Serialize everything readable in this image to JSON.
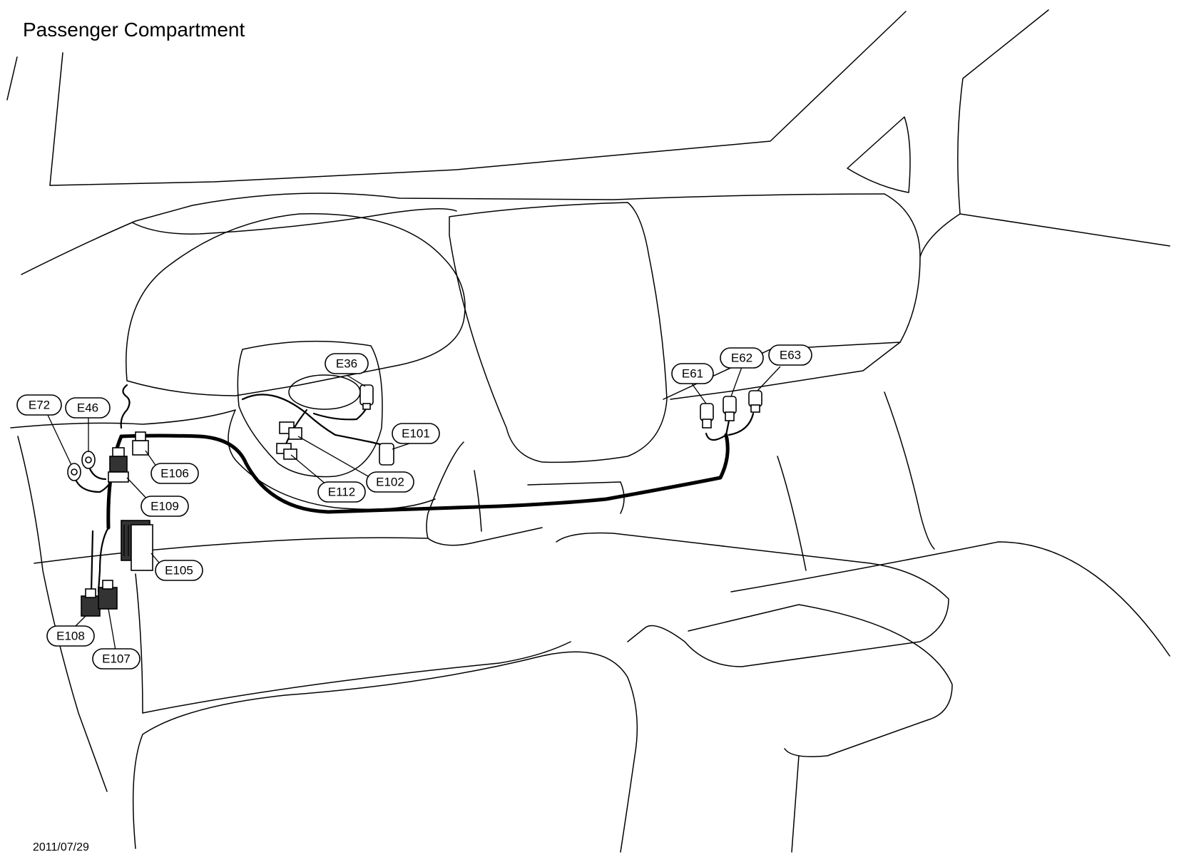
{
  "title": "Passenger Compartment",
  "date": "2011/07/29",
  "connectors": {
    "E36": "E36",
    "E46": "E46",
    "E61": "E61",
    "E62": "E62",
    "E63": "E63",
    "E72": "E72",
    "E101": "E101",
    "E102": "E102",
    "E105": "E105",
    "E106": "E106",
    "E107": "E107",
    "E108": "E108",
    "E109": "E109",
    "E112": "E112"
  }
}
